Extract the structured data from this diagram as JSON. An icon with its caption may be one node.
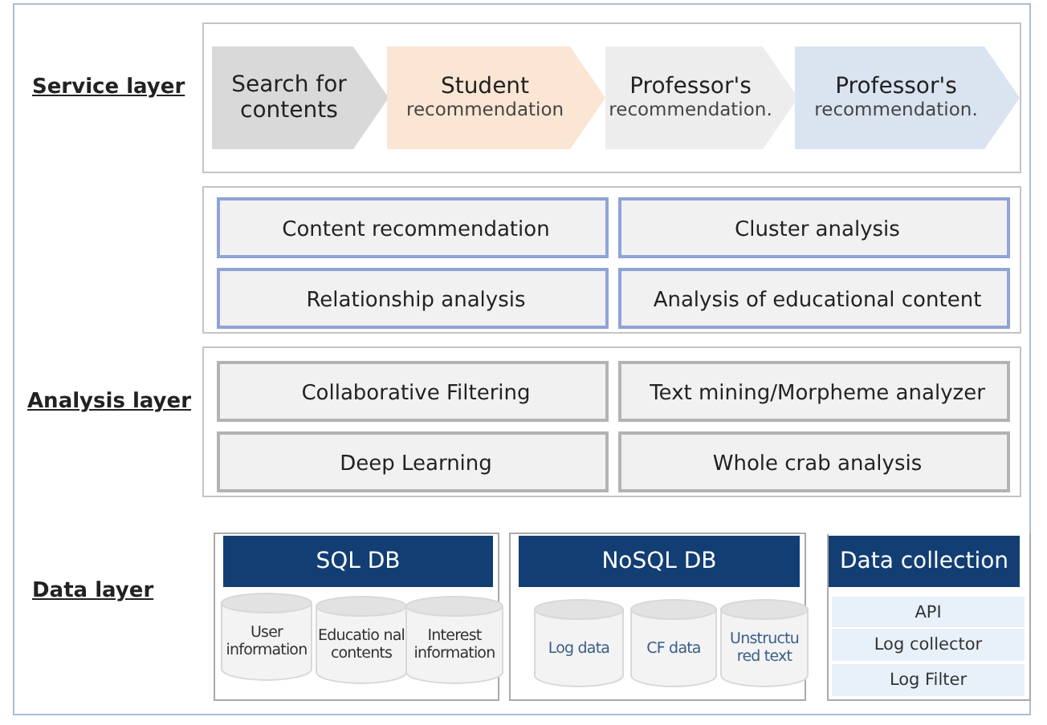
{
  "diagram": {
    "nodes": [
      {
        "text": [],
        "shape": "box"
      },
      {
        "text": [
          "Search for contents"
        ],
        "in": 0
      },
      {
        "text": [
          "Student",
          "recommendation"
        ],
        "in": 0
      },
      {
        "text": [
          "Professor's",
          "recommendation."
        ],
        "in": 0
      },
      {
        "text": [
          "Professor's",
          "recommendation."
        ],
        "in": 0
      },
      {
        "text": [],
        "shape": "box"
      },
      {
        "text": [
          "Content recommendation"
        ],
        "in": 5
      },
      {
        "text": [
          "Cluster analysis"
        ],
        "in": 5
      },
      {
        "text": [
          "Relationship analysis"
        ],
        "in": 5
      },
      {
        "text": [
          "Analysis of educational content"
        ],
        "in": 5
      },
      {
        "text": [],
        "shape": "box"
      },
      {
        "text": [
          "Collaborative Filtering"
        ],
        "in": 10
      },
      {
        "text": [
          "Text mining/Morpheme analyzer"
        ],
        "in": 10
      },
      {
        "text": [
          "Deep Learning"
        ],
        "in": 10
      },
      {
        "text": [
          "Whole crab analysis"
        ],
        "in": 10
      },
      {
        "text": [
          "SQL DB"
        ]
      },
      {
        "text": [
          "User information"
        ],
        "in": 15
      },
      {
        "text": [
          "Educatio nal contents"
        ],
        "in": 15
      },
      {
        "text": [
          "Interest information"
        ],
        "in": 15
      },
      {
        "text": [
          "NoSQL DB"
        ]
      },
      {
        "text": [
          "Log data"
        ],
        "in": 19
      },
      {
        "text": [
          "CF data"
        ],
        "in": 19
      },
      {
        "text": [
          "Unstructu red text"
        ],
        "in": 19
      },
      {
        "text": [
          "Data collection"
        ]
      },
      {
        "text": [
          "API"
        ],
        "in": 23
      },
      {
        "text": [
          "Log collector"
        ],
        "in": 23
      },
      {
        "text": [
          "Log Filter"
        ],
        "in": 23
      }
    ],
    "labels": [
      "Service layer",
      "Analysis layer",
      "Data layer"
    ]
  }
}
